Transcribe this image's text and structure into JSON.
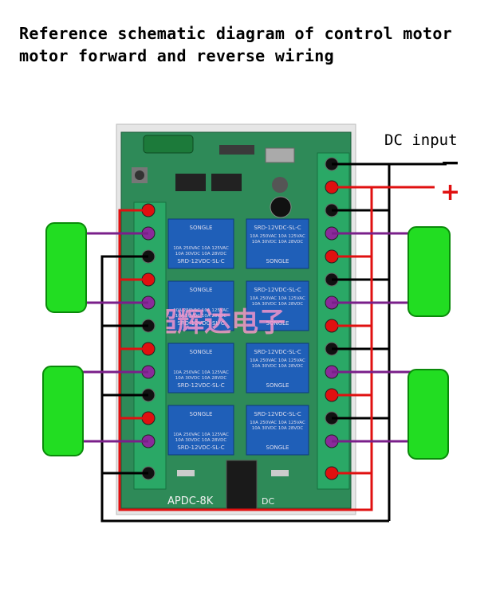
{
  "header": {
    "line1": "Reference schematic diagram of control motor",
    "line2": "motor forward and reverse wiring"
  },
  "labels": {
    "dc_input": "DC input",
    "minus": "−",
    "plus": "+",
    "board_model": "APDC-8K",
    "dc_jack": "DC",
    "watermark": "超辉达电子"
  },
  "relay": {
    "brand": "SONGLE",
    "rating1": "10A 250VAC  10A 125VAC",
    "rating2": "10A  30VDC  10A  28VDC",
    "model": "SRD-12VDC-SL-C"
  },
  "colors": {
    "pcb": "#2e8a58",
    "relay": "#1f5fb8",
    "terminal": "#2aa866",
    "motor": "#22dd22",
    "wire_red": "#e01010",
    "wire_black": "#000000",
    "wire_purple": "#7a1f8a"
  }
}
